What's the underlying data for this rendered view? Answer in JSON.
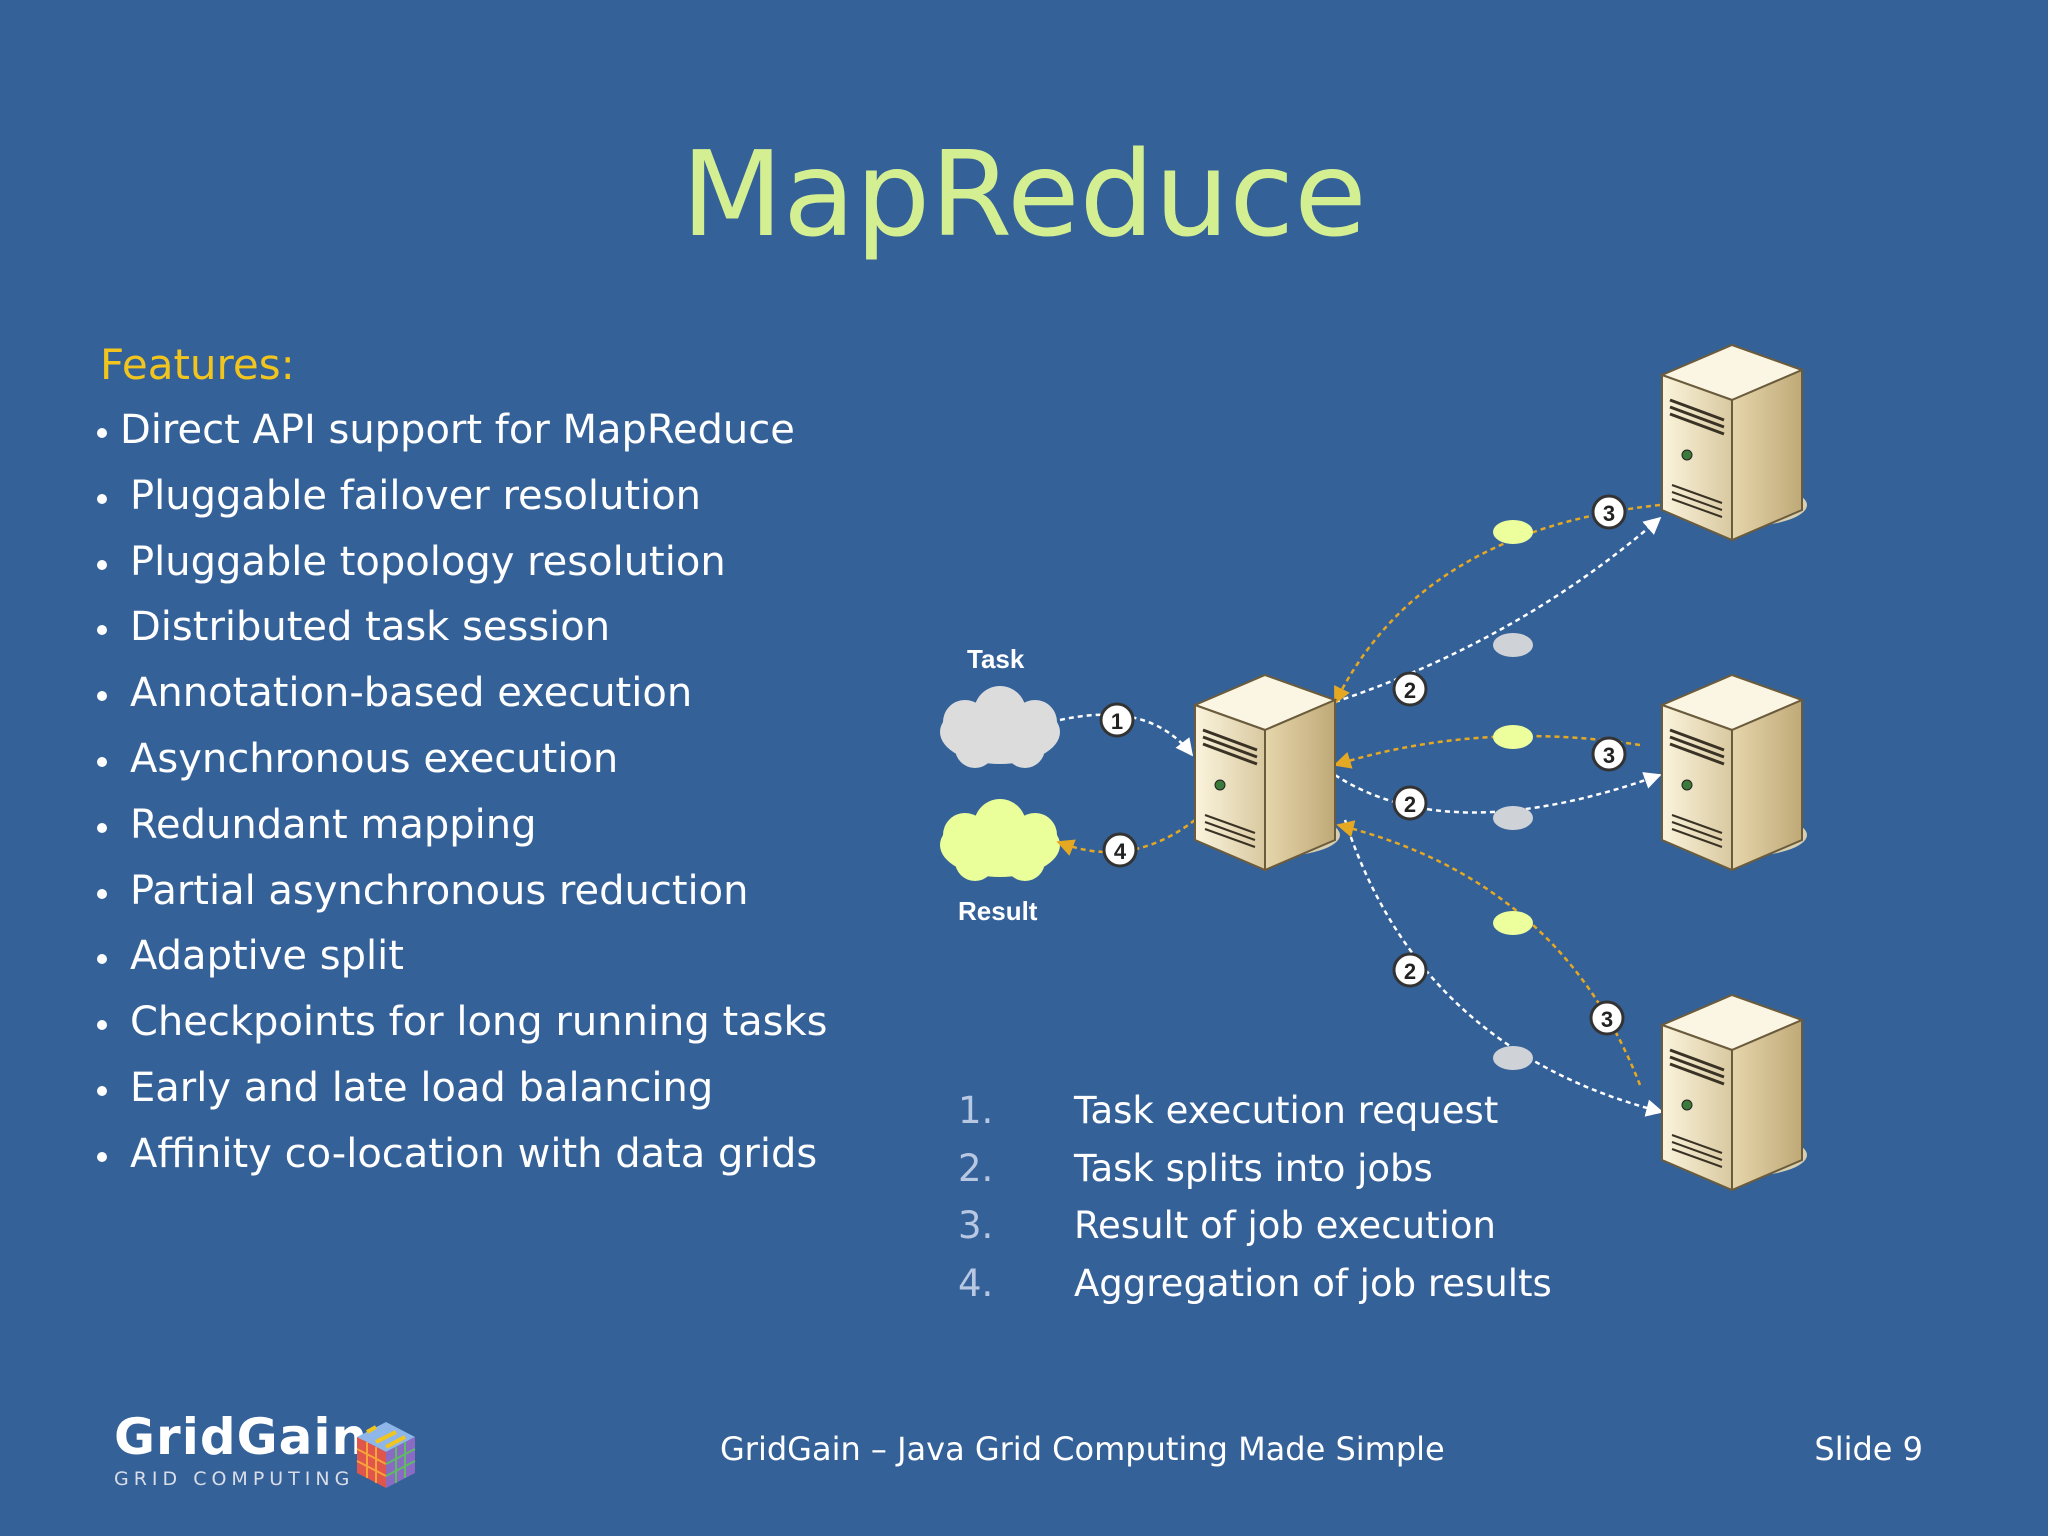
{
  "slide": {
    "title": "MapReduce",
    "features_heading": "Features:",
    "features": [
      "Direct API support for MapReduce",
      "Pluggable failover resolution",
      "Pluggable topology resolution",
      "Distributed task session",
      "Annotation-based execution",
      "Asynchronous execution",
      "Redundant mapping",
      "Partial asynchronous reduction",
      "Adaptive split",
      "Checkpoints for long running tasks",
      "Early and late load balancing",
      "Affinity co-location with data grids"
    ],
    "diagram": {
      "task_label": "Task",
      "result_label": "Result",
      "badges": {
        "one": "1",
        "two": "2",
        "three": "3",
        "four": "4"
      }
    },
    "steps": [
      {
        "num": "1.",
        "text": "Task execution request"
      },
      {
        "num": "2.",
        "text": "Task splits into jobs"
      },
      {
        "num": "3.",
        "text": "Result of job execution"
      },
      {
        "num": "4.",
        "text": "Aggregation of job results"
      }
    ],
    "footer": {
      "center": "GridGain – Java Grid Computing Made Simple",
      "slide_number": "Slide 9"
    },
    "logo": {
      "name": "GridGain",
      "subtitle": "GRID COMPUTING"
    }
  },
  "colors": {
    "background": "#356199",
    "title": "#d4ef91",
    "heading": "#f2c51e",
    "text": "#ffffff",
    "arrow_orange": "#e5a823",
    "arrow_white": "#ffffff",
    "cloud_task": "#dcdcdc",
    "cloud_result": "#eaff9a"
  }
}
